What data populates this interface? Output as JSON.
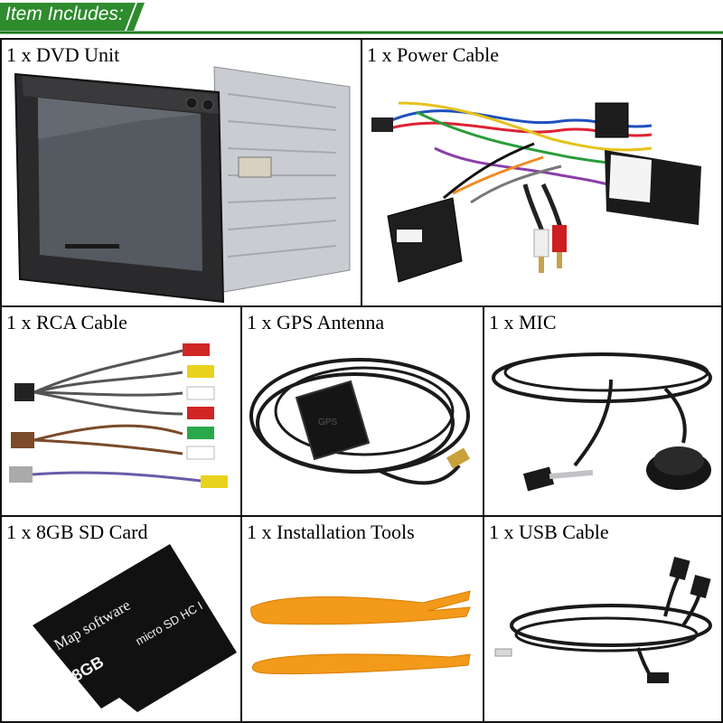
{
  "banner": {
    "title": "Item Includes:",
    "color": "#2e8b2e"
  },
  "items": [
    {
      "label": "1 x DVD Unit",
      "icon": "dvd-unit-image"
    },
    {
      "label": "1 x Power Cable",
      "icon": "power-cable-image"
    },
    {
      "label": "1 x RCA Cable",
      "icon": "rca-cable-image"
    },
    {
      "label": "1 x GPS Antenna",
      "icon": "gps-antenna-image"
    },
    {
      "label": "1 x MIC",
      "icon": "microphone-image"
    },
    {
      "label": "1 x 8GB SD Card",
      "icon": "sd-card-image"
    },
    {
      "label": "1 x Installation Tools",
      "icon": "installation-tools-image"
    },
    {
      "label": "1 x USB Cable",
      "icon": "usb-cable-image"
    }
  ],
  "sd_card": {
    "text_map": "Map software",
    "text_capacity": "8GB",
    "text_brand": "micro SD HC I"
  },
  "gps": {
    "badge": "GPS"
  }
}
